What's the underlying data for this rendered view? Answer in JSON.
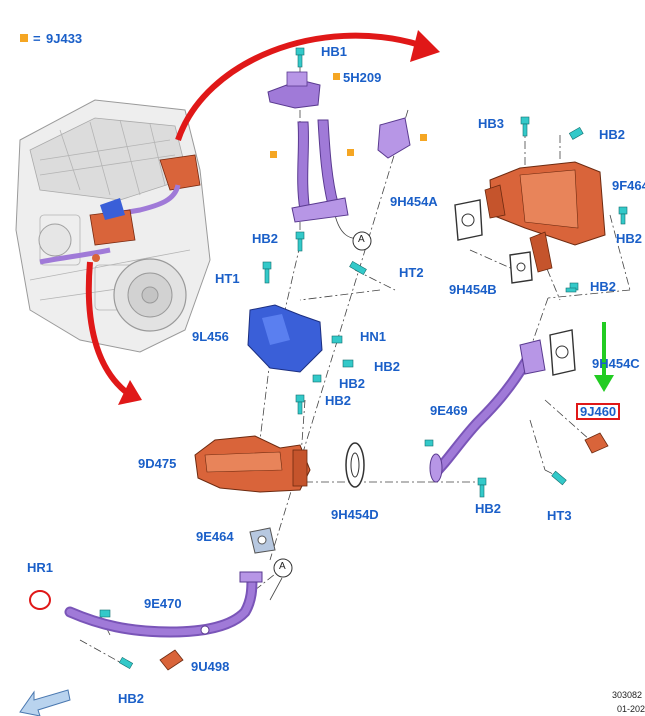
{
  "legend": {
    "equals": "=",
    "code": "9J433",
    "square_color": "#f5a623"
  },
  "callout_letter": "A",
  "labels": {
    "HB1": "HB1",
    "5H209": "5H209",
    "HB3": "HB3",
    "HB2_top": "HB2",
    "9H454A": "9H454A",
    "9F464": "9F464",
    "HB2_right": "HB2",
    "HB2_a": "HB2",
    "HT1": "HT1",
    "HT2": "HT2",
    "9H454B": "9H454B",
    "HB2_b": "HB2",
    "9L456": "9L456",
    "HN1": "HN1",
    "HB2_c": "HB2",
    "HB2_d": "HB2",
    "HB2_e": "HB2",
    "9H454C": "9H454C",
    "9E469": "9E469",
    "9J460": "9J460",
    "9D475": "9D475",
    "9H454D": "9H454D",
    "HB2_f": "HB2",
    "HT3": "HT3",
    "9E464": "9E464",
    "HR1": "HR1",
    "9E470": "9E470",
    "9U498": "9U498",
    "HB2_g": "HB2"
  },
  "reference": {
    "line1": "303082",
    "line2": "01-202"
  },
  "colors": {
    "label": "#1a5fc8",
    "accent_red": "#e01818",
    "arrow_green": "#22cc22",
    "part_purple": "#a07ad8",
    "part_blue": "#3a5fd8",
    "part_copper": "#d9643a",
    "bolt_cyan": "#33c9c9"
  }
}
